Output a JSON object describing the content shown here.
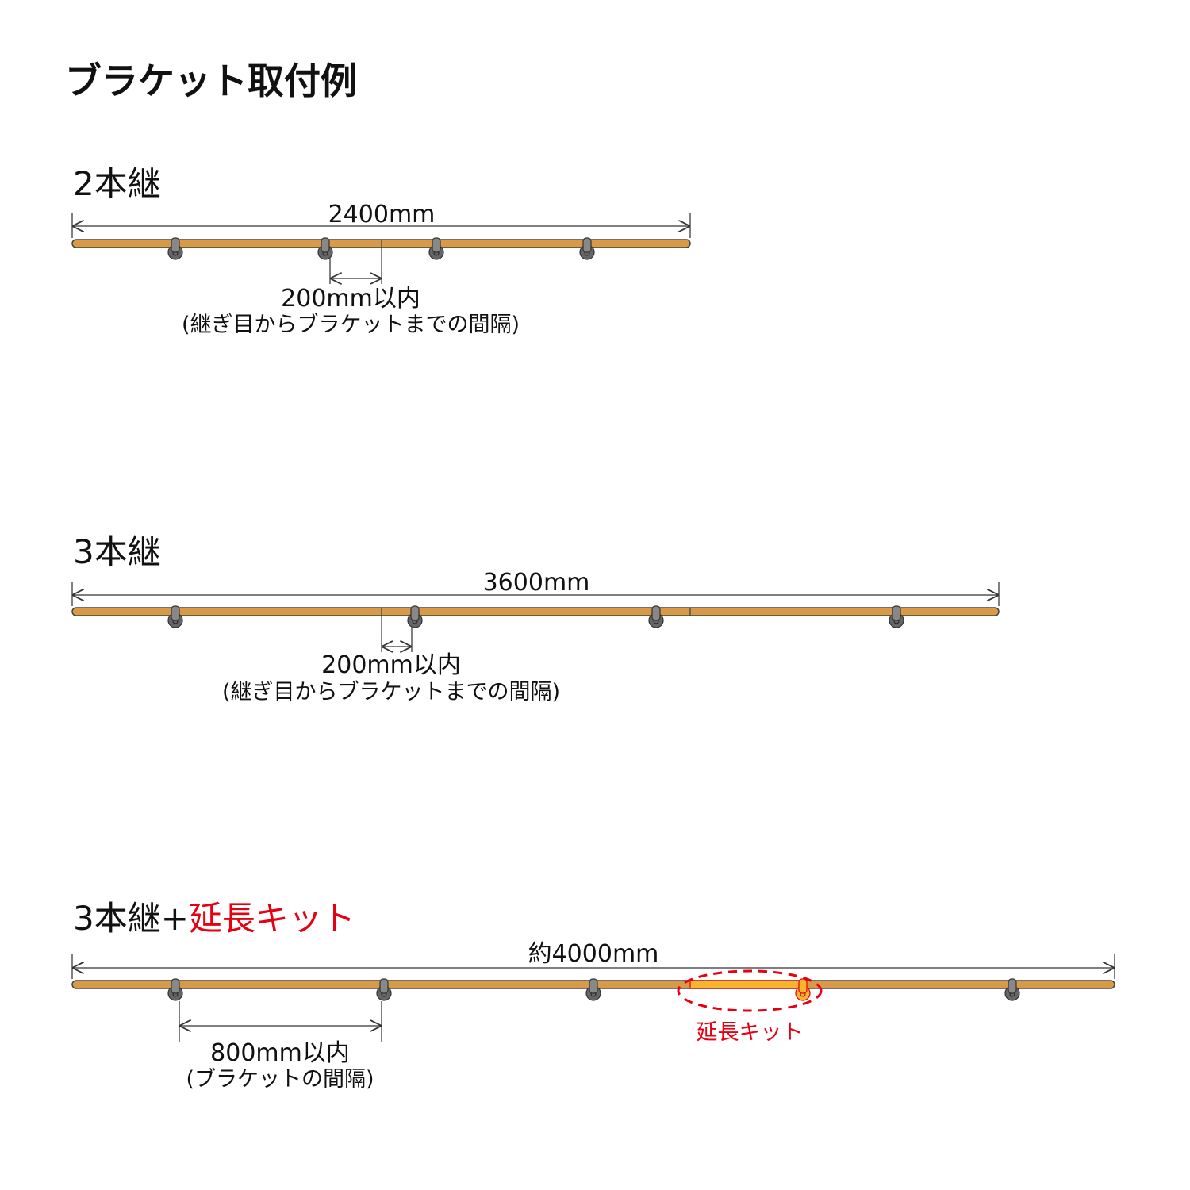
{
  "title": "ブラケット取付例",
  "sections": [
    {
      "heading": "2本継",
      "total": "2400mm",
      "note1": "200mm以内",
      "note2": "(継ぎ目からブラケットまでの間隔)"
    },
    {
      "heading": "3本継",
      "total": "3600mm",
      "note1": "200mm以内",
      "note2": "(継ぎ目からブラケットまでの間隔)"
    },
    {
      "heading": "3本継+",
      "heading_accent": "延長キット",
      "total": "約4000mm",
      "note1": "800mm以内",
      "note2": "(ブラケットの間隔)",
      "kit_label": "延長キット"
    }
  ],
  "colors": {
    "rail": "#d99a47",
    "accent": "#e60012",
    "kit": "#f7b52c"
  }
}
